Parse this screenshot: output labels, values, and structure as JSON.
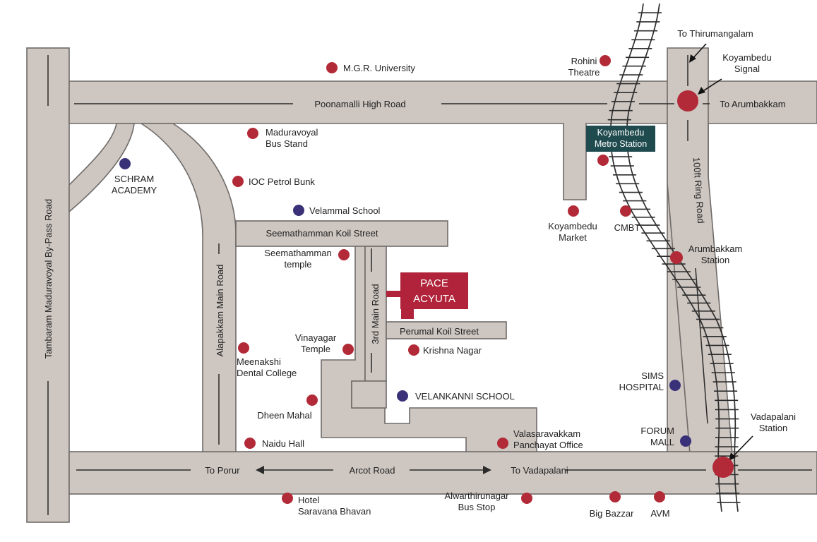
{
  "colors": {
    "road_fill": "#cdc6c1",
    "landmark_red": "#b22a37",
    "landmark_blue": "#3a3278",
    "pace_block": "#b0233a",
    "metro_box": "#1f4a4e"
  },
  "roads": {
    "bypass": "Tambaram Maduravoyal By-Pass Road",
    "poonamalli": "Poonamalli High Road",
    "ring": "100ft Ring Road",
    "alapakkam": "Alapakkam Main Road",
    "seemathamman_street": "Seemathamman Koil Street",
    "third_main": "3rd Main Road",
    "perumal_street": "Perumal Koil Street",
    "arcot": "Arcot Road",
    "to_porur": "To Porur",
    "to_vadapalani": "To Vadapalani",
    "to_thirumangalam": "To Thirumangalam",
    "to_arumbakkam": "To Arumbakkam"
  },
  "destination": {
    "line1": "PACE",
    "line2": "ACYUTA"
  },
  "metro": {
    "line1": "Koyambedu",
    "line2": "Metro Station"
  },
  "landmarks": [
    {
      "id": "mgr",
      "icon": "landmark-marker",
      "color": "red",
      "lines": [
        "M.G.R. University"
      ]
    },
    {
      "id": "rohini",
      "icon": "landmark-marker",
      "color": "red",
      "lines": [
        "Rohini",
        "Theatre"
      ]
    },
    {
      "id": "koyambedu-signal",
      "icon": "signal-marker",
      "color": "red",
      "lines": [
        "Koyambedu",
        "Signal"
      ]
    },
    {
      "id": "maduravoyal-bus",
      "icon": "landmark-marker",
      "color": "red",
      "lines": [
        "Maduravoyal",
        "Bus Stand"
      ]
    },
    {
      "id": "schram",
      "icon": "school-marker",
      "color": "blue",
      "lines": [
        "SCHRAM",
        "ACADEMY"
      ]
    },
    {
      "id": "ioc",
      "icon": "landmark-marker",
      "color": "red",
      "lines": [
        "IOC Petrol Bunk"
      ]
    },
    {
      "id": "velammal",
      "icon": "school-marker",
      "color": "blue",
      "lines": [
        "Velammal School"
      ]
    },
    {
      "id": "koyambedu-metro",
      "icon": "metro-marker",
      "color": "red",
      "lines": []
    },
    {
      "id": "koyambedu-market",
      "icon": "landmark-marker",
      "color": "red",
      "lines": [
        "Koyambedu",
        "Market"
      ]
    },
    {
      "id": "cmbt",
      "icon": "landmark-marker",
      "color": "red",
      "lines": [
        "CMBT"
      ]
    },
    {
      "id": "seemathamman-temple",
      "icon": "landmark-marker",
      "color": "red",
      "lines": [
        "Seemathamman",
        "temple"
      ]
    },
    {
      "id": "arumbakkam-station",
      "icon": "station-marker",
      "color": "red",
      "lines": [
        "Arumbakkam",
        "Station"
      ]
    },
    {
      "id": "vinayagar",
      "icon": "landmark-marker",
      "color": "red",
      "lines": [
        "Vinayagar",
        "Temple"
      ]
    },
    {
      "id": "krishna-nagar",
      "icon": "landmark-marker",
      "color": "red",
      "lines": [
        "Krishna Nagar"
      ]
    },
    {
      "id": "meenakshi",
      "icon": "landmark-marker",
      "color": "red",
      "lines": [
        "Meenakshi",
        "Dental College"
      ]
    },
    {
      "id": "sims",
      "icon": "hospital-marker",
      "color": "blue",
      "lines": [
        "SIMS",
        "HOSPITAL"
      ]
    },
    {
      "id": "velankanni",
      "icon": "school-marker",
      "color": "blue",
      "lines": [
        "VELANKANNI SCHOOL"
      ]
    },
    {
      "id": "dheen",
      "icon": "landmark-marker",
      "color": "red",
      "lines": [
        "Dheen Mahal"
      ]
    },
    {
      "id": "forum",
      "icon": "mall-marker",
      "color": "blue",
      "lines": [
        "FORUM",
        "MALL"
      ]
    },
    {
      "id": "vadapalani-station",
      "icon": "station-marker",
      "color": "red",
      "lines": [
        "Vadapalani",
        "Station"
      ]
    },
    {
      "id": "naidu",
      "icon": "landmark-marker",
      "color": "red",
      "lines": [
        "Naidu Hall"
      ]
    },
    {
      "id": "valasaravakkam",
      "icon": "landmark-marker",
      "color": "red",
      "lines": [
        "Valasaravakkam",
        "Panchayat Office"
      ]
    },
    {
      "id": "hotel",
      "icon": "landmark-marker",
      "color": "red",
      "lines": [
        "Hotel",
        "Saravana Bhavan"
      ]
    },
    {
      "id": "alwarthirunagar",
      "icon": "landmark-marker",
      "color": "red",
      "lines": [
        "Alwarthirunagar",
        "Bus Stop"
      ]
    },
    {
      "id": "big-bazzar",
      "icon": "landmark-marker",
      "color": "red",
      "lines": [
        "Big Bazzar"
      ]
    },
    {
      "id": "avm",
      "icon": "landmark-marker",
      "color": "red",
      "lines": [
        "AVM"
      ]
    }
  ]
}
